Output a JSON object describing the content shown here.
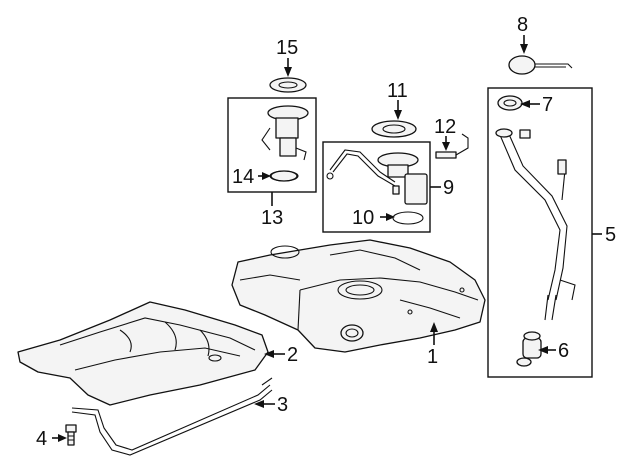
{
  "callouts": [
    {
      "id": "1",
      "text": "1"
    },
    {
      "id": "2",
      "text": "2"
    },
    {
      "id": "3",
      "text": "3"
    },
    {
      "id": "4",
      "text": "4"
    },
    {
      "id": "5",
      "text": "5"
    },
    {
      "id": "6",
      "text": "6"
    },
    {
      "id": "7",
      "text": "7"
    },
    {
      "id": "8",
      "text": "8"
    },
    {
      "id": "9",
      "text": "9"
    },
    {
      "id": "10",
      "text": "10"
    },
    {
      "id": "11",
      "text": "11"
    },
    {
      "id": "12",
      "text": "12"
    },
    {
      "id": "13",
      "text": "13"
    },
    {
      "id": "14",
      "text": "14"
    },
    {
      "id": "15",
      "text": "15"
    }
  ],
  "colors": {
    "line": "#111111",
    "fill": "#f4f4f4",
    "background": "#ffffff"
  }
}
